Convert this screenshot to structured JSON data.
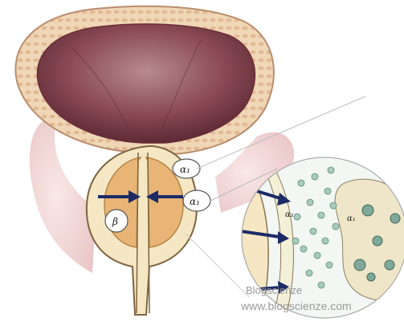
{
  "labels": {
    "alpha_top": "α₁",
    "alpha_mid": "α₁",
    "beta": "β",
    "alpha_zoom_left": "α₁",
    "alpha_zoom_right": "α₁"
  },
  "watermark": {
    "line1": "Blogscienze",
    "line2": "www.blogscienze.com"
  },
  "colors": {
    "bladder_wall": "#e8c9a8",
    "bladder_lumen": "#8a4a55",
    "prostate": "#f0dcb0",
    "prostate_inner": "#e6b070",
    "arrow": "#1c2a66",
    "cell": "#8fb8a8"
  }
}
